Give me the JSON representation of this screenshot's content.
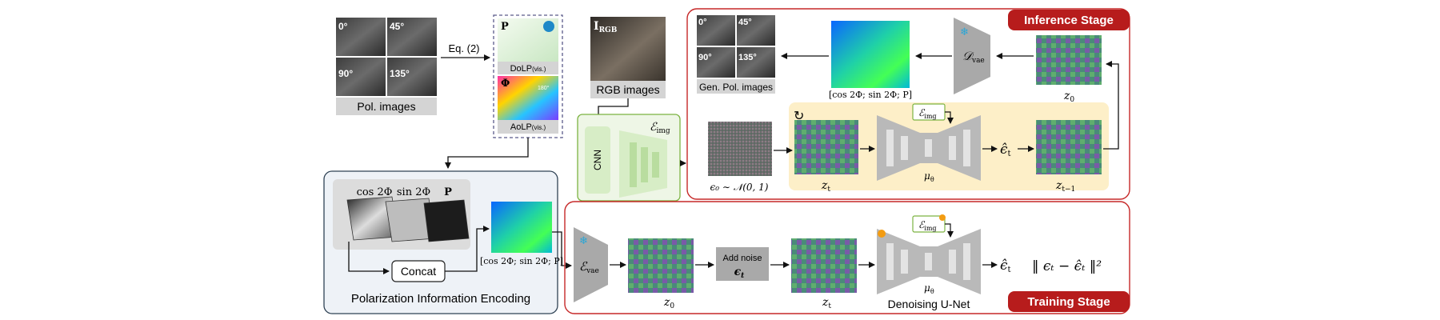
{
  "polarization": {
    "pol_angles": [
      "0°",
      "45°",
      "90°",
      "135°"
    ],
    "pol_images_label": "Pol. images",
    "equation_ref": "Eq. (2)",
    "p_symbol": "P",
    "dolp_label": "DoLP",
    "dolp_sub": "(vis.)",
    "phi_symbol": "Φ",
    "aolp_label": "AoLP",
    "aolp_sub": "(vis.)",
    "aolp_angle_tag": "180°"
  },
  "rgb": {
    "symbol": "I",
    "symbol_sub": "RGB",
    "label": "RGB images"
  },
  "image_encoder": {
    "cnn_label": "CNN",
    "symbol": "ℰ",
    "symbol_sub": "img"
  },
  "inference": {
    "title": "Inference Stage",
    "gen_label": "Gen. Pol. images",
    "concat_caption": "[cos 2Φ; sin 2Φ; P]",
    "decoder_symbol": "𝒟",
    "decoder_sub": "vae",
    "z0_symbol": "z",
    "z0_sub": "0",
    "noise_caption": "ϵ₀ ∼ 𝒩(0, 1)",
    "zt_symbol": "z",
    "zt_sub": "t",
    "unet_symbol": "μ",
    "unet_sub": "θ",
    "cond_symbol": "ℰ",
    "cond_sub": "img",
    "eps_hat_symbol": "ϵ̂",
    "eps_hat_sub": "t",
    "zt1_symbol": "z",
    "zt1_sub": "t−1"
  },
  "encoding": {
    "title": "Polarization Information Encoding",
    "cos_label": "cos 2Φ",
    "sin_label": "sin 2Φ",
    "p_label": "P",
    "concat_label": "Concat",
    "concat_caption": "[cos 2Φ; sin 2Φ; P]"
  },
  "training": {
    "title": "Training Stage",
    "encoder_symbol": "ℰ",
    "encoder_sub": "vae",
    "z0_symbol": "z",
    "z0_sub": "0",
    "add_noise_label": "Add noise",
    "add_noise_symbol": "ϵ",
    "add_noise_sub": "t",
    "zt_symbol": "z",
    "zt_sub": "t",
    "cond_symbol": "ℰ",
    "cond_sub": "img",
    "unet_symbol": "μ",
    "unet_sub": "θ",
    "unet_label": "Denoising U-Net",
    "eps_hat_symbol": "ϵ̂",
    "eps_hat_sub": "t",
    "loss": "‖ ϵₜ − ϵ̂ₜ ‖²"
  },
  "colors": {
    "stage_border": "#c62828",
    "stage_tag": "#b71c1c",
    "encoding_panel_bg": "#eef2f7",
    "encoding_panel_border": "#2f4254",
    "encoder_panel_bg": "#eef6e6",
    "encoder_panel_border": "#7cb342",
    "unet_band_bg": "#fdefc8",
    "grey_block": "#a9a9a9"
  }
}
